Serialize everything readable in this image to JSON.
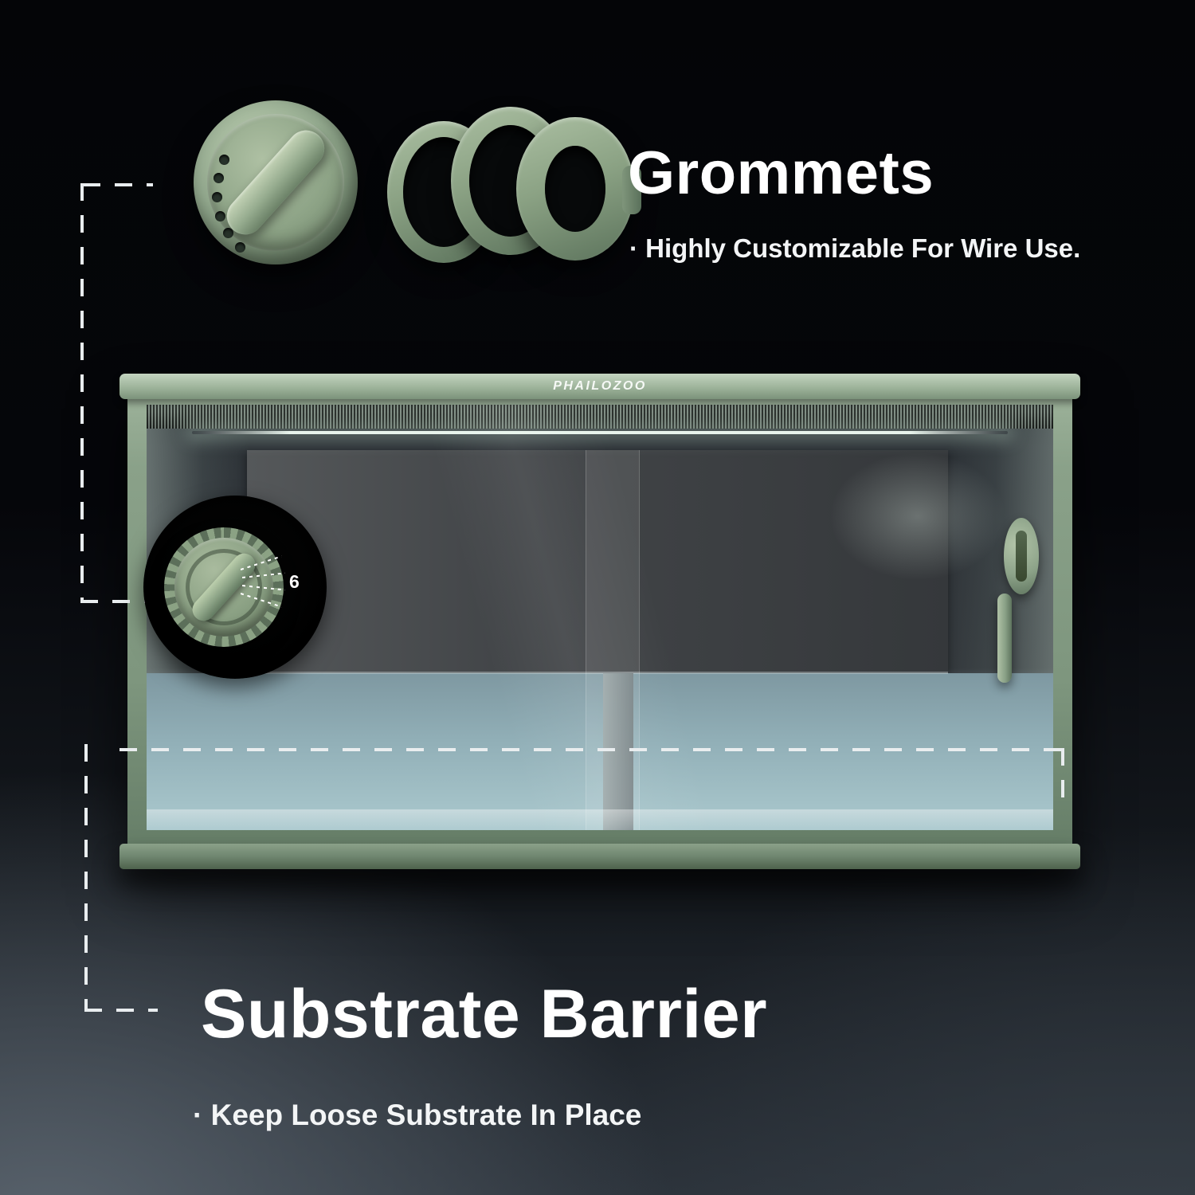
{
  "colors": {
    "accent_sage": "#8ea794",
    "glass_blue": "#9dbcc2",
    "background_dark": "#06070a",
    "text": "#ffffff"
  },
  "grommets_section": {
    "title": "Grommets",
    "bullet": "· Highly Customizable For Wire Use."
  },
  "substrate_section": {
    "title": "Substrate Barrier",
    "bullet": "· Keep Loose Substrate In Place"
  },
  "enclosure": {
    "brand": "PHAILOZOO"
  },
  "inset": {
    "label": "6"
  },
  "graphics": {
    "top_left": "grommet-disc-and-rings",
    "center": "terrarium-render",
    "left_overlay": "grommet-zoom-inset"
  }
}
